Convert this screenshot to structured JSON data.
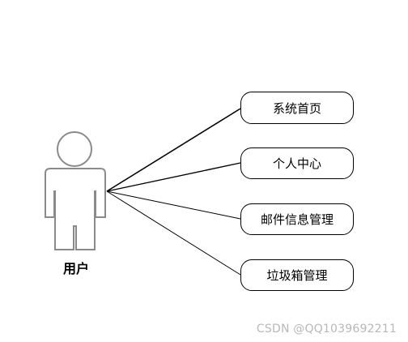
{
  "actor": {
    "name": "用户"
  },
  "use_cases": [
    {
      "label": "系统首页"
    },
    {
      "label": "个人中心"
    },
    {
      "label": "邮件信息管理"
    },
    {
      "label": "垃圾箱管理"
    }
  ],
  "watermark": "CSDN @QQ1039692211",
  "colors": {
    "line": "#000000",
    "actor_stroke": "#8a8a8a",
    "watermark": "#b8b8b8"
  }
}
